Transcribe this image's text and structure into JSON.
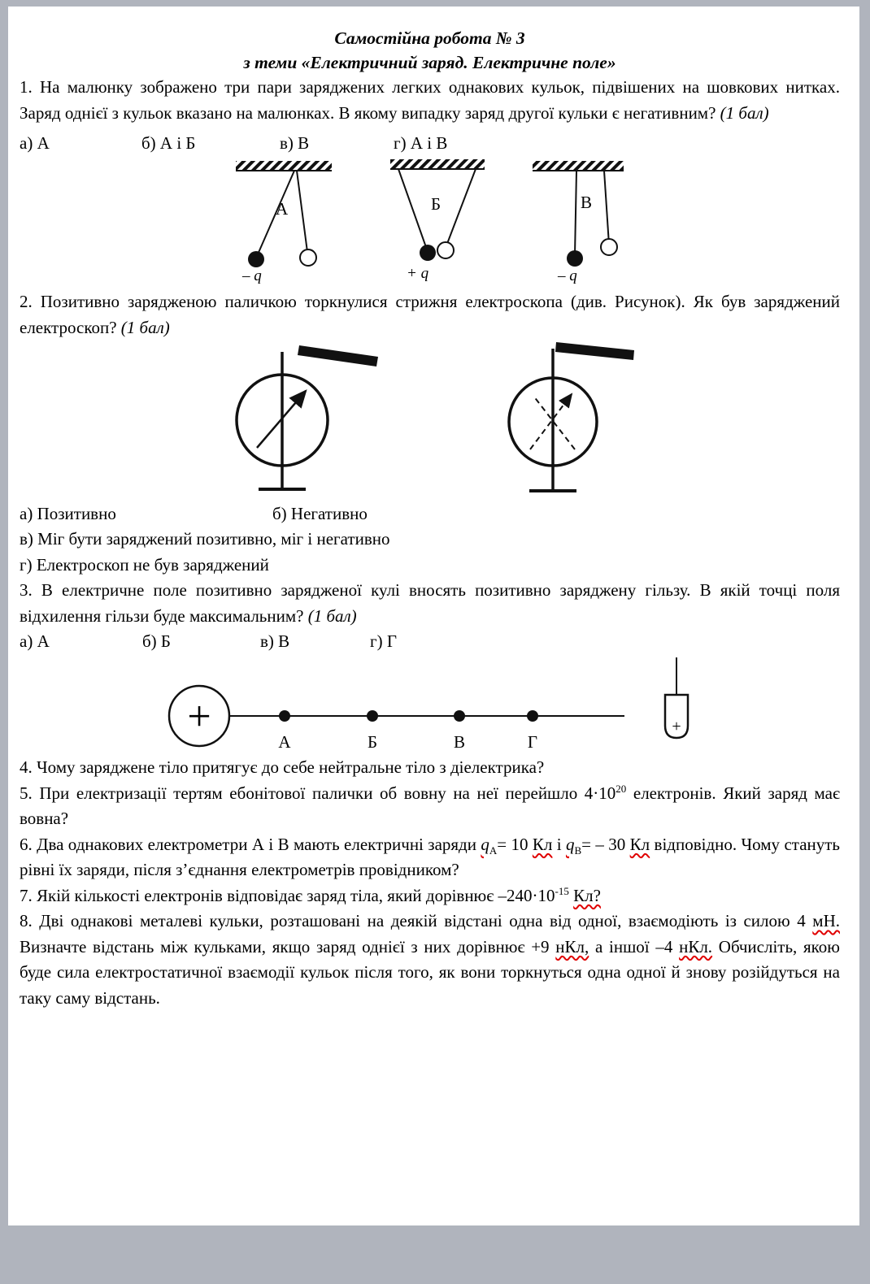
{
  "title": {
    "line1": "Самостійна робота № 3",
    "line2": "з теми «Електричний заряд. Електричне поле»"
  },
  "q1": {
    "text": "1. На малюнку зображено три пари заряджених легких однакових кульок, підвішених на шовкових нитках. Заряд однієї з кульок вказано на малюнках. В якому випадку заряд другої кульки є негативним?",
    "points": "(1 бал)",
    "options": [
      "а) А",
      "б) А і Б",
      "в) В",
      "г) А і В"
    ]
  },
  "fig1": {
    "pairs": [
      {
        "label": "А",
        "charge": "– q"
      },
      {
        "label": "Б",
        "charge": "+ q"
      },
      {
        "label": "В",
        "charge": "– q"
      }
    ]
  },
  "q2": {
    "text": "2.  Позитивно зарядженою паличкою торкнулися стрижня електроскопа (див. Рисунок). Як був заряджений електроскоп?",
    "points": "(1 бал)",
    "options": [
      "а) Позитивно",
      "б) Негативно",
      "в) Міг бути заряджений позитивно, міг і негативно",
      "г) Електроскоп не був заряджений"
    ]
  },
  "q3": {
    "text": "3. В електричне поле позитивно зарядженої кулі вносять позитивно заряджену гільзу. В якій точці поля відхилення гільзи буде максимальним?",
    "points": "(1 бал)",
    "options": [
      "а) А",
      "б) Б",
      "в) В",
      "г) Г"
    ]
  },
  "fig3": {
    "points": [
      "А",
      "Б",
      "В",
      "Г"
    ],
    "source_sign": "+",
    "test_sign": "+"
  },
  "q4": {
    "text": "4. Чому заряджене тіло притягує до себе нейтральне тіло з діелектрика?"
  },
  "q5": {
    "s1": "5. При електризації тертям ебонітової палички об вовну на неї перейшло 4·10",
    "sup": "20",
    "s2": " електронів. Який заряд має вовна?"
  },
  "q6": {
    "s1": "6. Два однакових електрометри А і В мають електричні заряди ",
    "qa_base": "q",
    "qa_sub": "А",
    "s2": "= 10 ",
    "kl1": "Кл",
    "s3": " і ",
    "qb_base": "q",
    "qb_sub": "В",
    "s4": "= – 30 ",
    "kl2": "Кл",
    "s5": " відповідно. Чому стануть рівні їх заряди, після з’єднання електрометрів провідником?"
  },
  "q7": {
    "s1": "7. Якій кількості електронів відповідає заряд тіла, який дорівнює –240·10",
    "sup": "-15",
    "s2": " ",
    "kl": "Кл?"
  },
  "q8": {
    "s1": "8. Дві однакові металеві кульки, розташовані на деякій відстані одна від одної, взаємодіють із силою 4 ",
    "mn": "мН.",
    "s2": " Визначте відстань між кульками, якщо заряд однієї з них дорівнює +9 ",
    "nkl1": "нКл,",
    "s3": " а іншої –4 ",
    "nkl2": "нКл.",
    "s4": " Обчисліть, якою буде сила електростатичної взаємодії кульок після того, як вони торкнуться одна одної й знову розійдуться на таку саму відстань."
  }
}
